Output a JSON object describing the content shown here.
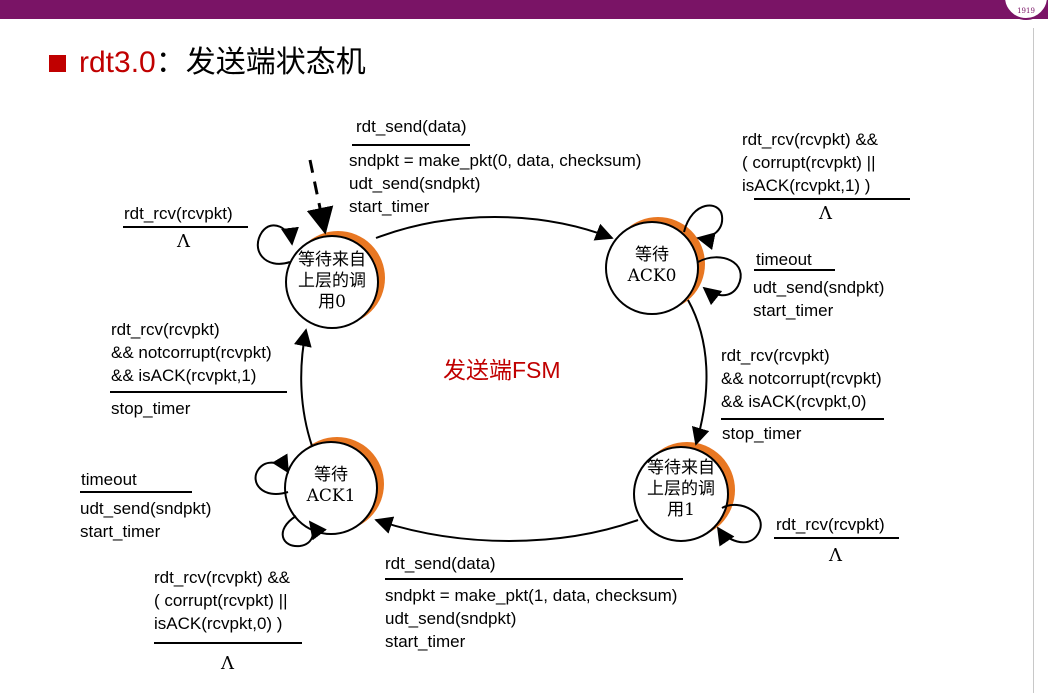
{
  "header": {
    "bar_color": "#7a1466",
    "logo_year": "1919"
  },
  "title": {
    "prefix": "rdt3.0",
    "suffix": "：发送端状态机",
    "accent_color": "#c00000"
  },
  "center_label": "发送端FSM",
  "states": {
    "wait_call0": [
      "等待来自",
      "上层的调",
      "用0"
    ],
    "wait_ack0": [
      "等待",
      "ACK0"
    ],
    "wait_call1": [
      "等待来自",
      "上层的调",
      "用1"
    ],
    "wait_ack1": [
      "等待",
      "ACK1"
    ]
  },
  "transitions": {
    "call0_to_ack0": {
      "event": "rdt_send(data)",
      "actions": [
        "sndpkt = make_pkt(0, data, checksum)",
        "udt_send(sndpkt)",
        "start_timer"
      ]
    },
    "ack0_corrupt": {
      "event": [
        "rdt_rcv(rcvpkt) &&",
        "( corrupt(rcvpkt) ||",
        "isACK(rcvpkt,1) )"
      ],
      "action": "Λ"
    },
    "ack0_timeout": {
      "event": "timeout",
      "actions": [
        "udt_send(sndpkt)",
        "start_timer"
      ]
    },
    "call0_rcv": {
      "event": "rdt_rcv(rcvpkt)",
      "action": "Λ"
    },
    "ack1_to_call0": {
      "event": [
        "rdt_rcv(rcvpkt)",
        "&& notcorrupt(rcvpkt)",
        "&& isACK(rcvpkt,1)"
      ],
      "action": "stop_timer"
    },
    "ack0_to_call1": {
      "event": [
        "rdt_rcv(rcvpkt)",
        "&& notcorrupt(rcvpkt)",
        "&& isACK(rcvpkt,0)"
      ],
      "action": "stop_timer"
    },
    "ack1_timeout": {
      "event": "timeout",
      "actions": [
        "udt_send(sndpkt)",
        "start_timer"
      ]
    },
    "call1_rcv": {
      "event": "rdt_rcv(rcvpkt)",
      "action": "Λ"
    },
    "call1_to_ack1": {
      "event": "rdt_send(data)",
      "actions": [
        "sndpkt = make_pkt(1, data, checksum)",
        "udt_send(sndpkt)",
        "start_timer"
      ]
    },
    "ack1_corrupt": {
      "event": [
        "rdt_rcv(rcvpkt) &&",
        "( corrupt(rcvpkt) ||",
        "isACK(rcvpkt,0) )"
      ],
      "action": "Λ"
    }
  }
}
